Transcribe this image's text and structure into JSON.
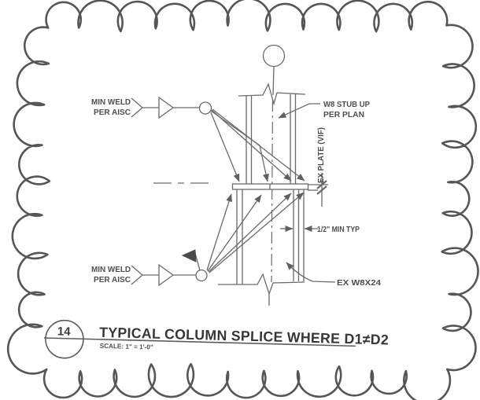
{
  "drawing": {
    "callouts": {
      "min_weld_top": {
        "line1": "MIN WELD",
        "line2": "PER AISC"
      },
      "w8_stub_up": {
        "line1": "W8 STUB UP",
        "line2": "PER PLAN"
      },
      "ex_plate": "EX PLATE (VIF)",
      "half_inch": "1/2\" MIN TYP",
      "min_weld_bottom": {
        "line1": "MIN WELD",
        "line2": "PER AISC"
      },
      "ex_beam": "EX W8X24"
    },
    "title_block": {
      "detail_number": "14",
      "title": "TYPICAL COLUMN SPLICE WHERE D1≠D2",
      "scale": "SCALE: 1\" = 1'-0\""
    },
    "colors": {
      "line": "#6a6a6a",
      "text": "#4e4e4e",
      "title_text": "#373737",
      "cloud_border": "#565656",
      "background": "#ffffff"
    }
  }
}
